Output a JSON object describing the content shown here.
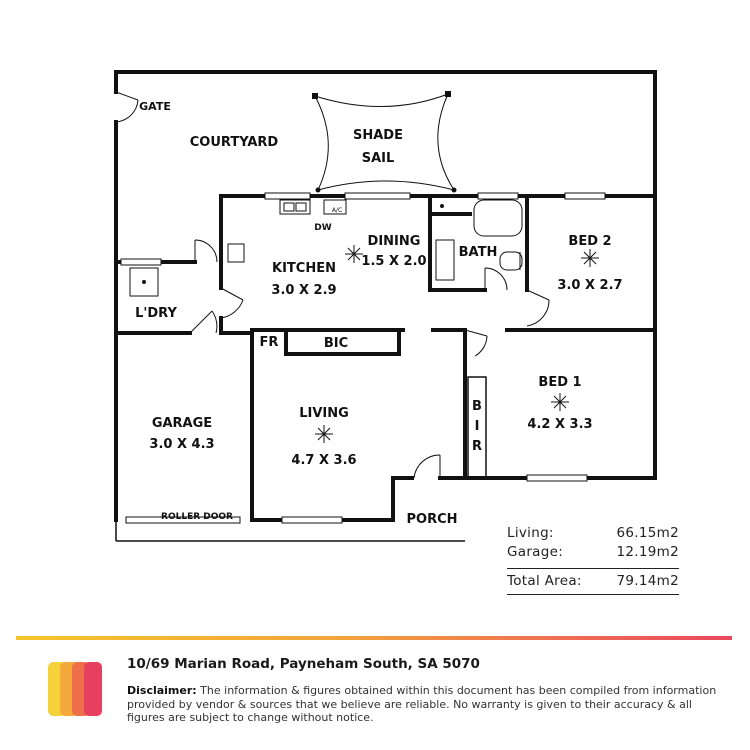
{
  "rooms": {
    "gate": "GATE",
    "courtyard": "COURTYARD",
    "shade_sail_line1": "SHADE",
    "shade_sail_line2": "SAIL",
    "ac": "A/C",
    "dw": "DW",
    "dining": "DINING",
    "dining_size": "1.5 X 2.0",
    "kitchen": "KITCHEN",
    "kitchen_size": "3.0 X 2.9",
    "bath": "BATH",
    "bed2": "BED 2",
    "bed2_size": "3.0 X 2.7",
    "laundry": "L'DRY",
    "fr": "FR",
    "bic": "BIC",
    "garage": "GARAGE",
    "garage_size": "3.0 X 4.3",
    "living": "LIVING",
    "living_size": "4.7 X 3.6",
    "bed1": "BED 1",
    "bed1_size": "4.2 X 3.3",
    "bir_b": "B",
    "bir_i": "I",
    "bir_r": "R",
    "roller_door": "ROLLER DOOR",
    "porch": "PORCH"
  },
  "areas": {
    "living_label": "Living:",
    "living_value": "66.15m2",
    "garage_label": "Garage:",
    "garage_value": "12.19m2",
    "total_label": "Total Area:",
    "total_value": "79.14m2"
  },
  "footer": {
    "address": "10/69 Marian Road, Payneham South, SA 5070",
    "disclaimer_label": "Disclaimer:",
    "disclaimer_text": " The information & figures obtained within this document has been compiled from information provided by vendor & sources that we believe are reliable. No warranty is given to their accuracy & all figures are subject to change without notice.",
    "logo_colors": [
      "#f6d23a",
      "#f5a93b",
      "#ee6f49",
      "#e7405e"
    ]
  }
}
